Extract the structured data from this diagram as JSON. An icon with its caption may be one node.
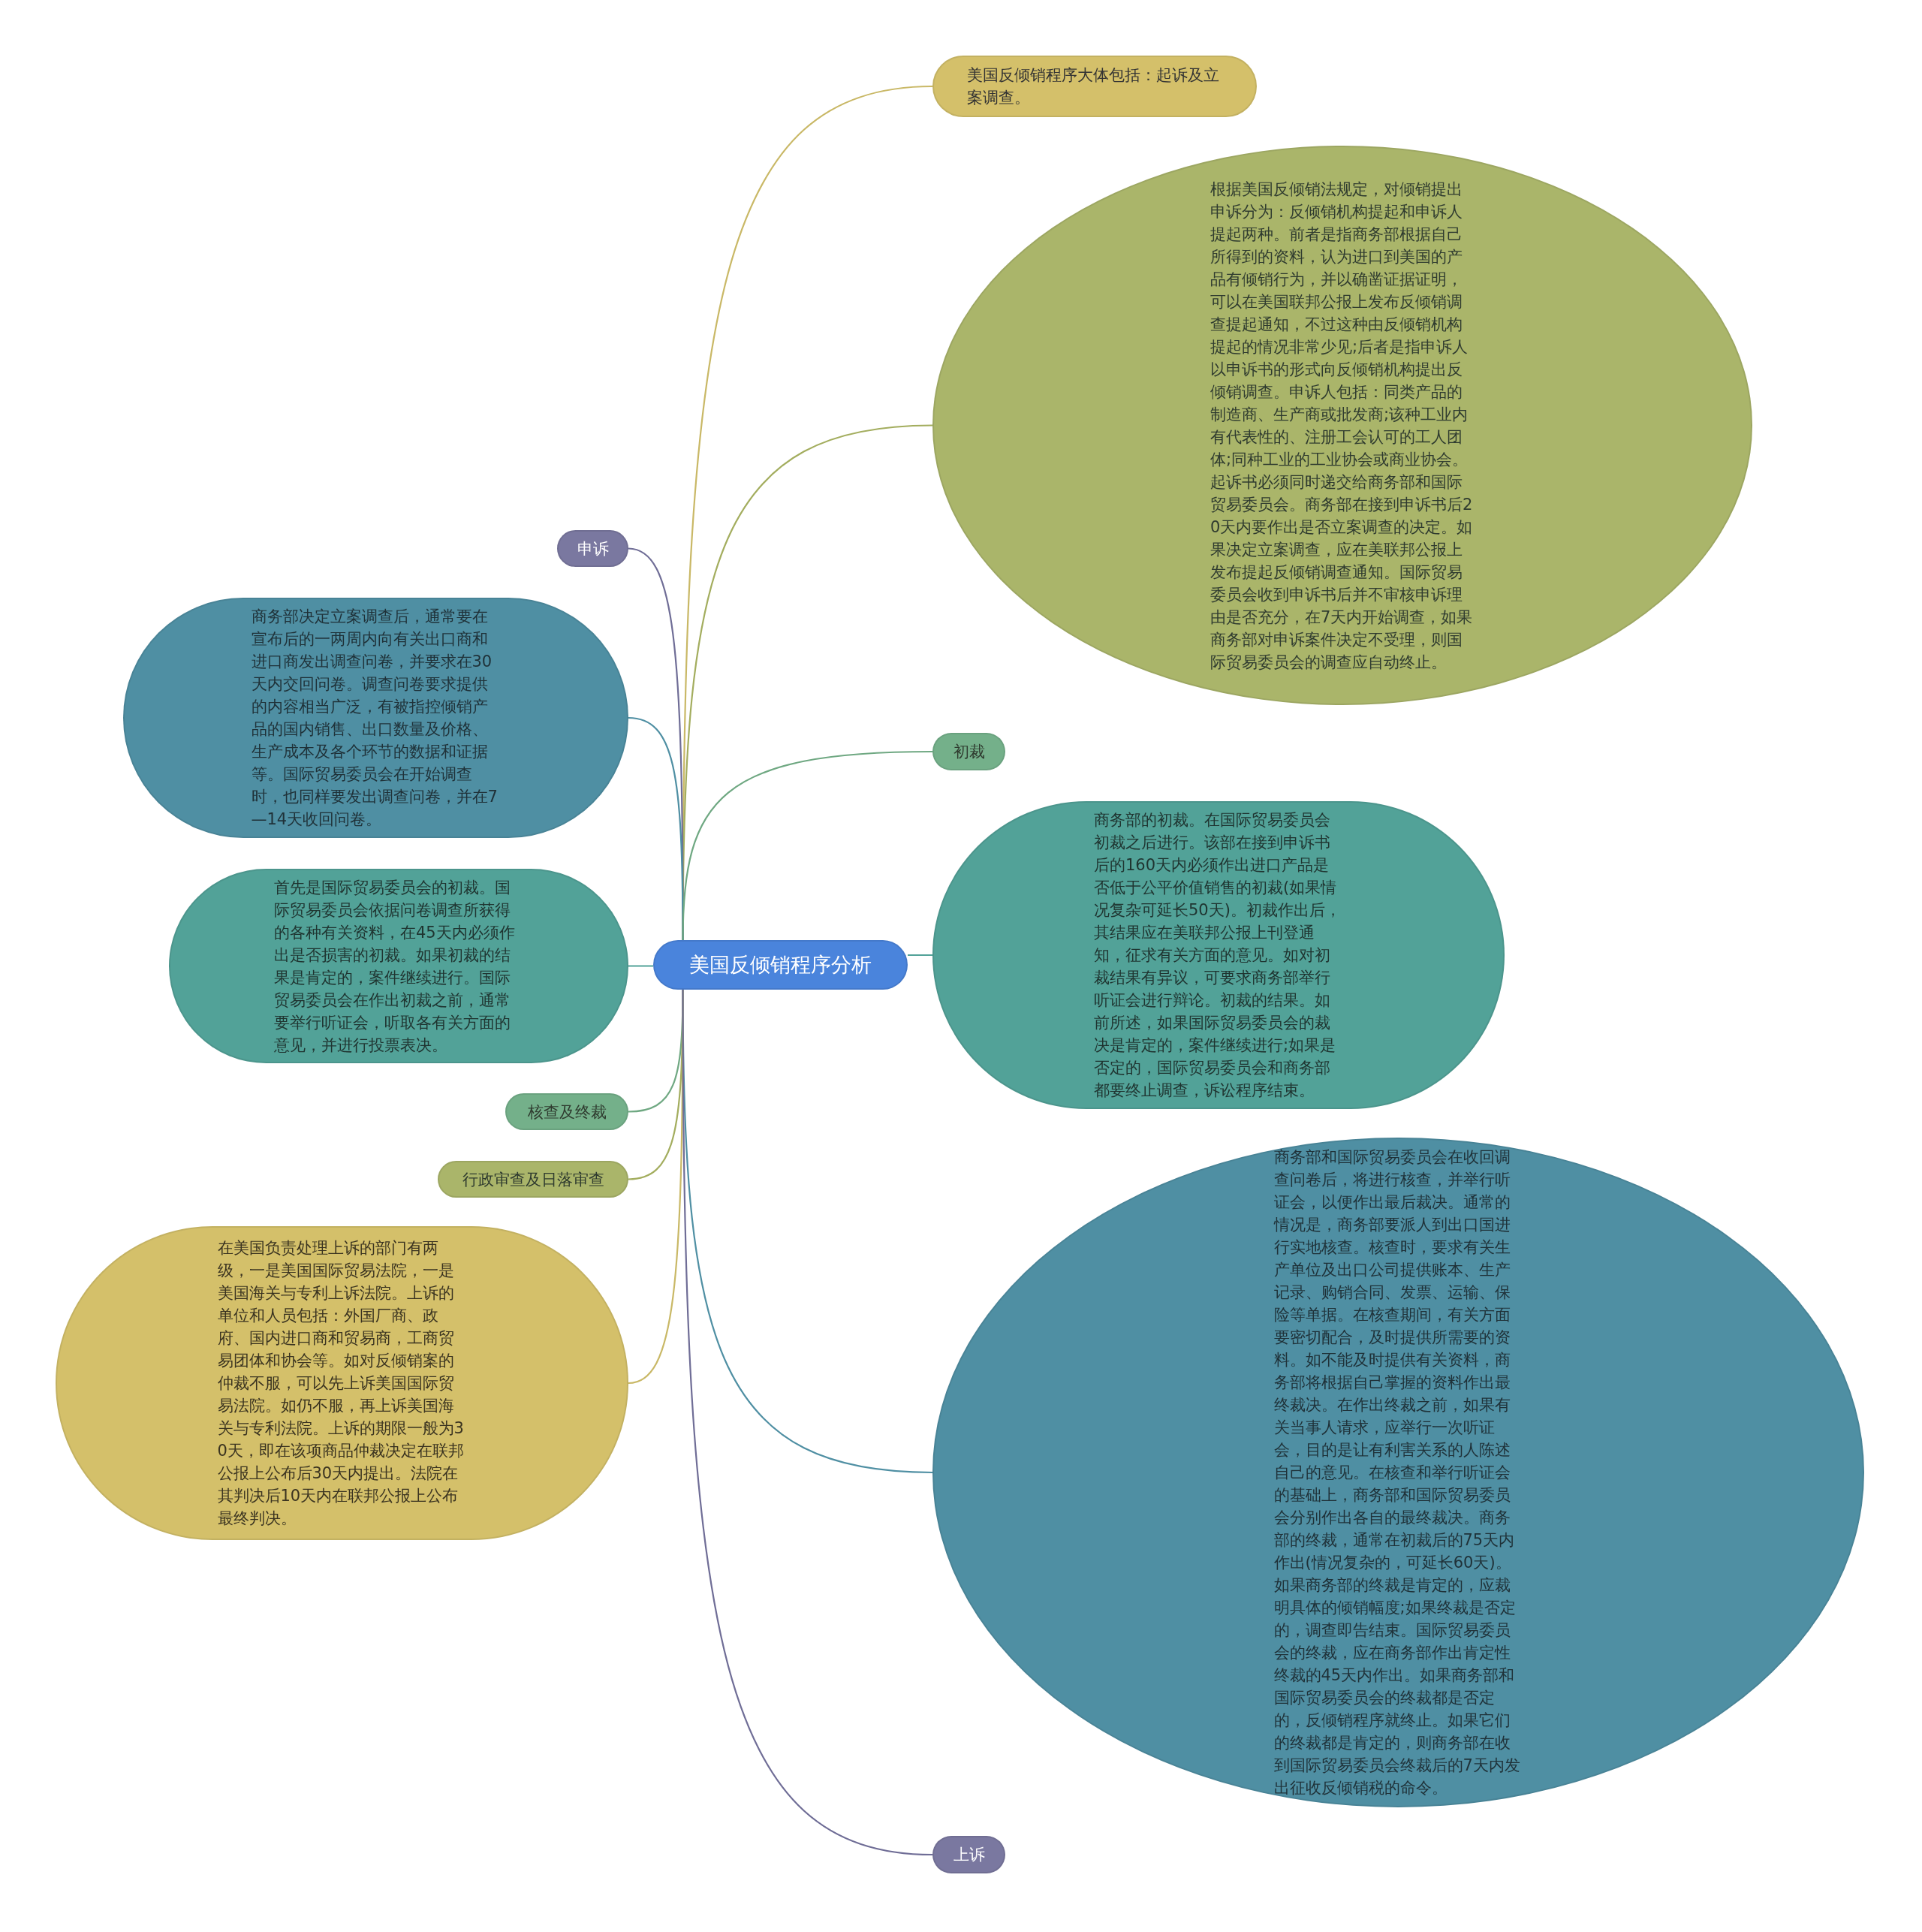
{
  "diagram": {
    "nodes": [
      {
        "text": [
          "美国反倾销程序分析"
        ]
      },
      {
        "text": [
          "美国反倾销程序大体包括：起诉及立案调查。"
        ]
      },
      {
        "text": [
          "根据美国反倾销法规定，对倾销提出申诉分为：反倾销机构提起和申诉人提起两种。前者是指商务部根据自己所得到的资料，认为进口到美国的产品有倾销行为，并以确凿证据证明，可以在美国联邦公报上发布反倾销调查提起通知，不过这种由反倾销机构提起的情况非常少见;后者是指申诉人以申诉书的形式向反倾销机构提出反倾销调查。申诉人包括：同类产品的制造商、生产商或批发商;该种工业内有代表性的、注册工会认可的工人团体;同种工业的工业协会或商业协会。起诉书必须同时递交给商务部和国际贸易委员会。商务部在接到申诉书后20天内要作出是否立案调查的决定。如果决定立案调查，应在美联邦公报上发布提起反倾销调查通知。国际贸易委员会收到申诉书后并不审核申诉理由是否充分，在7天内开始调查，如果商务部对申诉案件决定不受理，则国际贸易委员会的调查应自动终止。"
        ]
      },
      {
        "text": [
          "申诉"
        ]
      },
      {
        "text": [
          "商务部决定立案调查后，通常要在宣布后的一两周内向有关出口商和进口商发出调查问卷，并要求在30天内交回问卷。调查问卷要求提供的内容相当广泛，有被指控倾销产品的国内销售、出口数量及价格、生产成本及各个环节的数据和证据等。国际贸易委员会在开始调查时，也同样要发出调查问卷，并在7—14天收回问卷。"
        ]
      },
      {
        "text": [
          "初裁"
        ]
      },
      {
        "text": [
          "首先是国际贸易委员会的初裁。国际贸易委员会依据问卷调查所获得的各种有关资料，在45天内必须作出是否损害的初裁。如果初裁的结果是肯定的，案件继续进行。国际贸易委员会在作出初裁之前，通常要举行听证会，听取各有关方面的意见，并进行投票表决。"
        ]
      },
      {
        "text": [
          "商务部的初裁。在国际贸易委员会初裁之后进行。该部在接到申诉书后的160天内必须作出进口产品是否低于公平价值销售的初裁(如果情况复杂可延长50天)。初裁作出后，其结果应在美联邦公报上刊登通知，征求有关方面的意见。如对初裁结果有异议，可要求商务部举行听证会进行辩论。初裁的结果。如前所述，如果国际贸易委员会的裁决是肯定的，案件继续进行;如果是否定的，国际贸易委员会和商务部都要终止调查，诉讼程序结束。"
        ]
      },
      {
        "text": [
          "核查及终裁"
        ]
      },
      {
        "text": [
          "行政审查及日落审查"
        ]
      },
      {
        "text": [
          "商务部和国际贸易委员会在收回调查问卷后，将进行核查，并举行听证会，以便作出最后裁决。通常的情况是，商务部要派人到出口国进行实地核查。核查时，要求有关生产单位及出口公司提供账本、生产记录、购销合同、发票、运输、保险等单据。在核查期间，有关方面要密切配合，及时提供所需要的资料。如不能及时提供有关资料，商务部将根据自己掌握的资料作出最终裁决。在作出终裁之前，如果有关当事人请求，应举行一次听证会，目的是让有利害关系的人陈述自己的意见。在核查和举行听证会的基础上，商务部和国际贸易委员会分别作出各自的最终裁决。商务部的终裁，通常在初裁后的75天内作出(情况复杂的，可延长60天)。如果商务部的终裁是肯定的，应裁明具体的倾销幅度;如果终裁是否定的，调查即告结束。国际贸易委员会的终裁，应在商务部作出肯定性终裁的45天内作出。如果商务部和国际贸易委员会的终裁都是否定的，反倾销程序就终止。如果它们的终裁都是肯定的，则商务部在收到国际贸易委员会终裁后的7天内发出征收反倾销税的命令。"
        ]
      },
      {
        "text": [
          "在美国负责处理上诉的部门有两级，一是美国国际贸易法院，一是美国海关与专利上诉法院。上诉的单位和人员包括：外国厂商、政府、国内进口商和贸易商，工商贸易团体和协会等。如对反倾销案的仲裁不服，可以先上诉美国国际贸易法院。如仍不服，再上诉美国海关与专利法院。上诉的期限一般为30天，即在该项商品仲裁决定在联邦公报上公布后30天内提出。法院在其判决后10天内在联邦公报上公布最终判决。"
        ]
      },
      {
        "text": [
          "上诉"
        ]
      }
    ],
    "edges": [
      {
        "from": 0,
        "to": 1,
        "arrow": "none",
        "color": "#c9b866"
      },
      {
        "from": 0,
        "to": 2,
        "arrow": "none",
        "color": "#a3ad5e"
      },
      {
        "from": 0,
        "to": 3,
        "arrow": "none",
        "color": "#6f6d96"
      },
      {
        "from": 0,
        "to": 4,
        "arrow": "none",
        "color": "#4f8fa3"
      },
      {
        "from": 0,
        "to": 5,
        "arrow": "none",
        "color": "#6fa882"
      },
      {
        "from": 0,
        "to": 6,
        "arrow": "none",
        "color": "#52a298"
      },
      {
        "from": 0,
        "to": 7,
        "arrow": "none",
        "color": "#52a298"
      },
      {
        "from": 0,
        "to": 8,
        "arrow": "none",
        "color": "#6fa882"
      },
      {
        "from": 0,
        "to": 9,
        "arrow": "none",
        "color": "#a3ad5e"
      },
      {
        "from": 0,
        "to": 10,
        "arrow": "none",
        "color": "#4f8fa3"
      },
      {
        "from": 0,
        "to": 11,
        "arrow": "none",
        "color": "#c9b866"
      },
      {
        "from": 0,
        "to": 12,
        "arrow": "none",
        "color": "#6f6d96"
      }
    ]
  }
}
